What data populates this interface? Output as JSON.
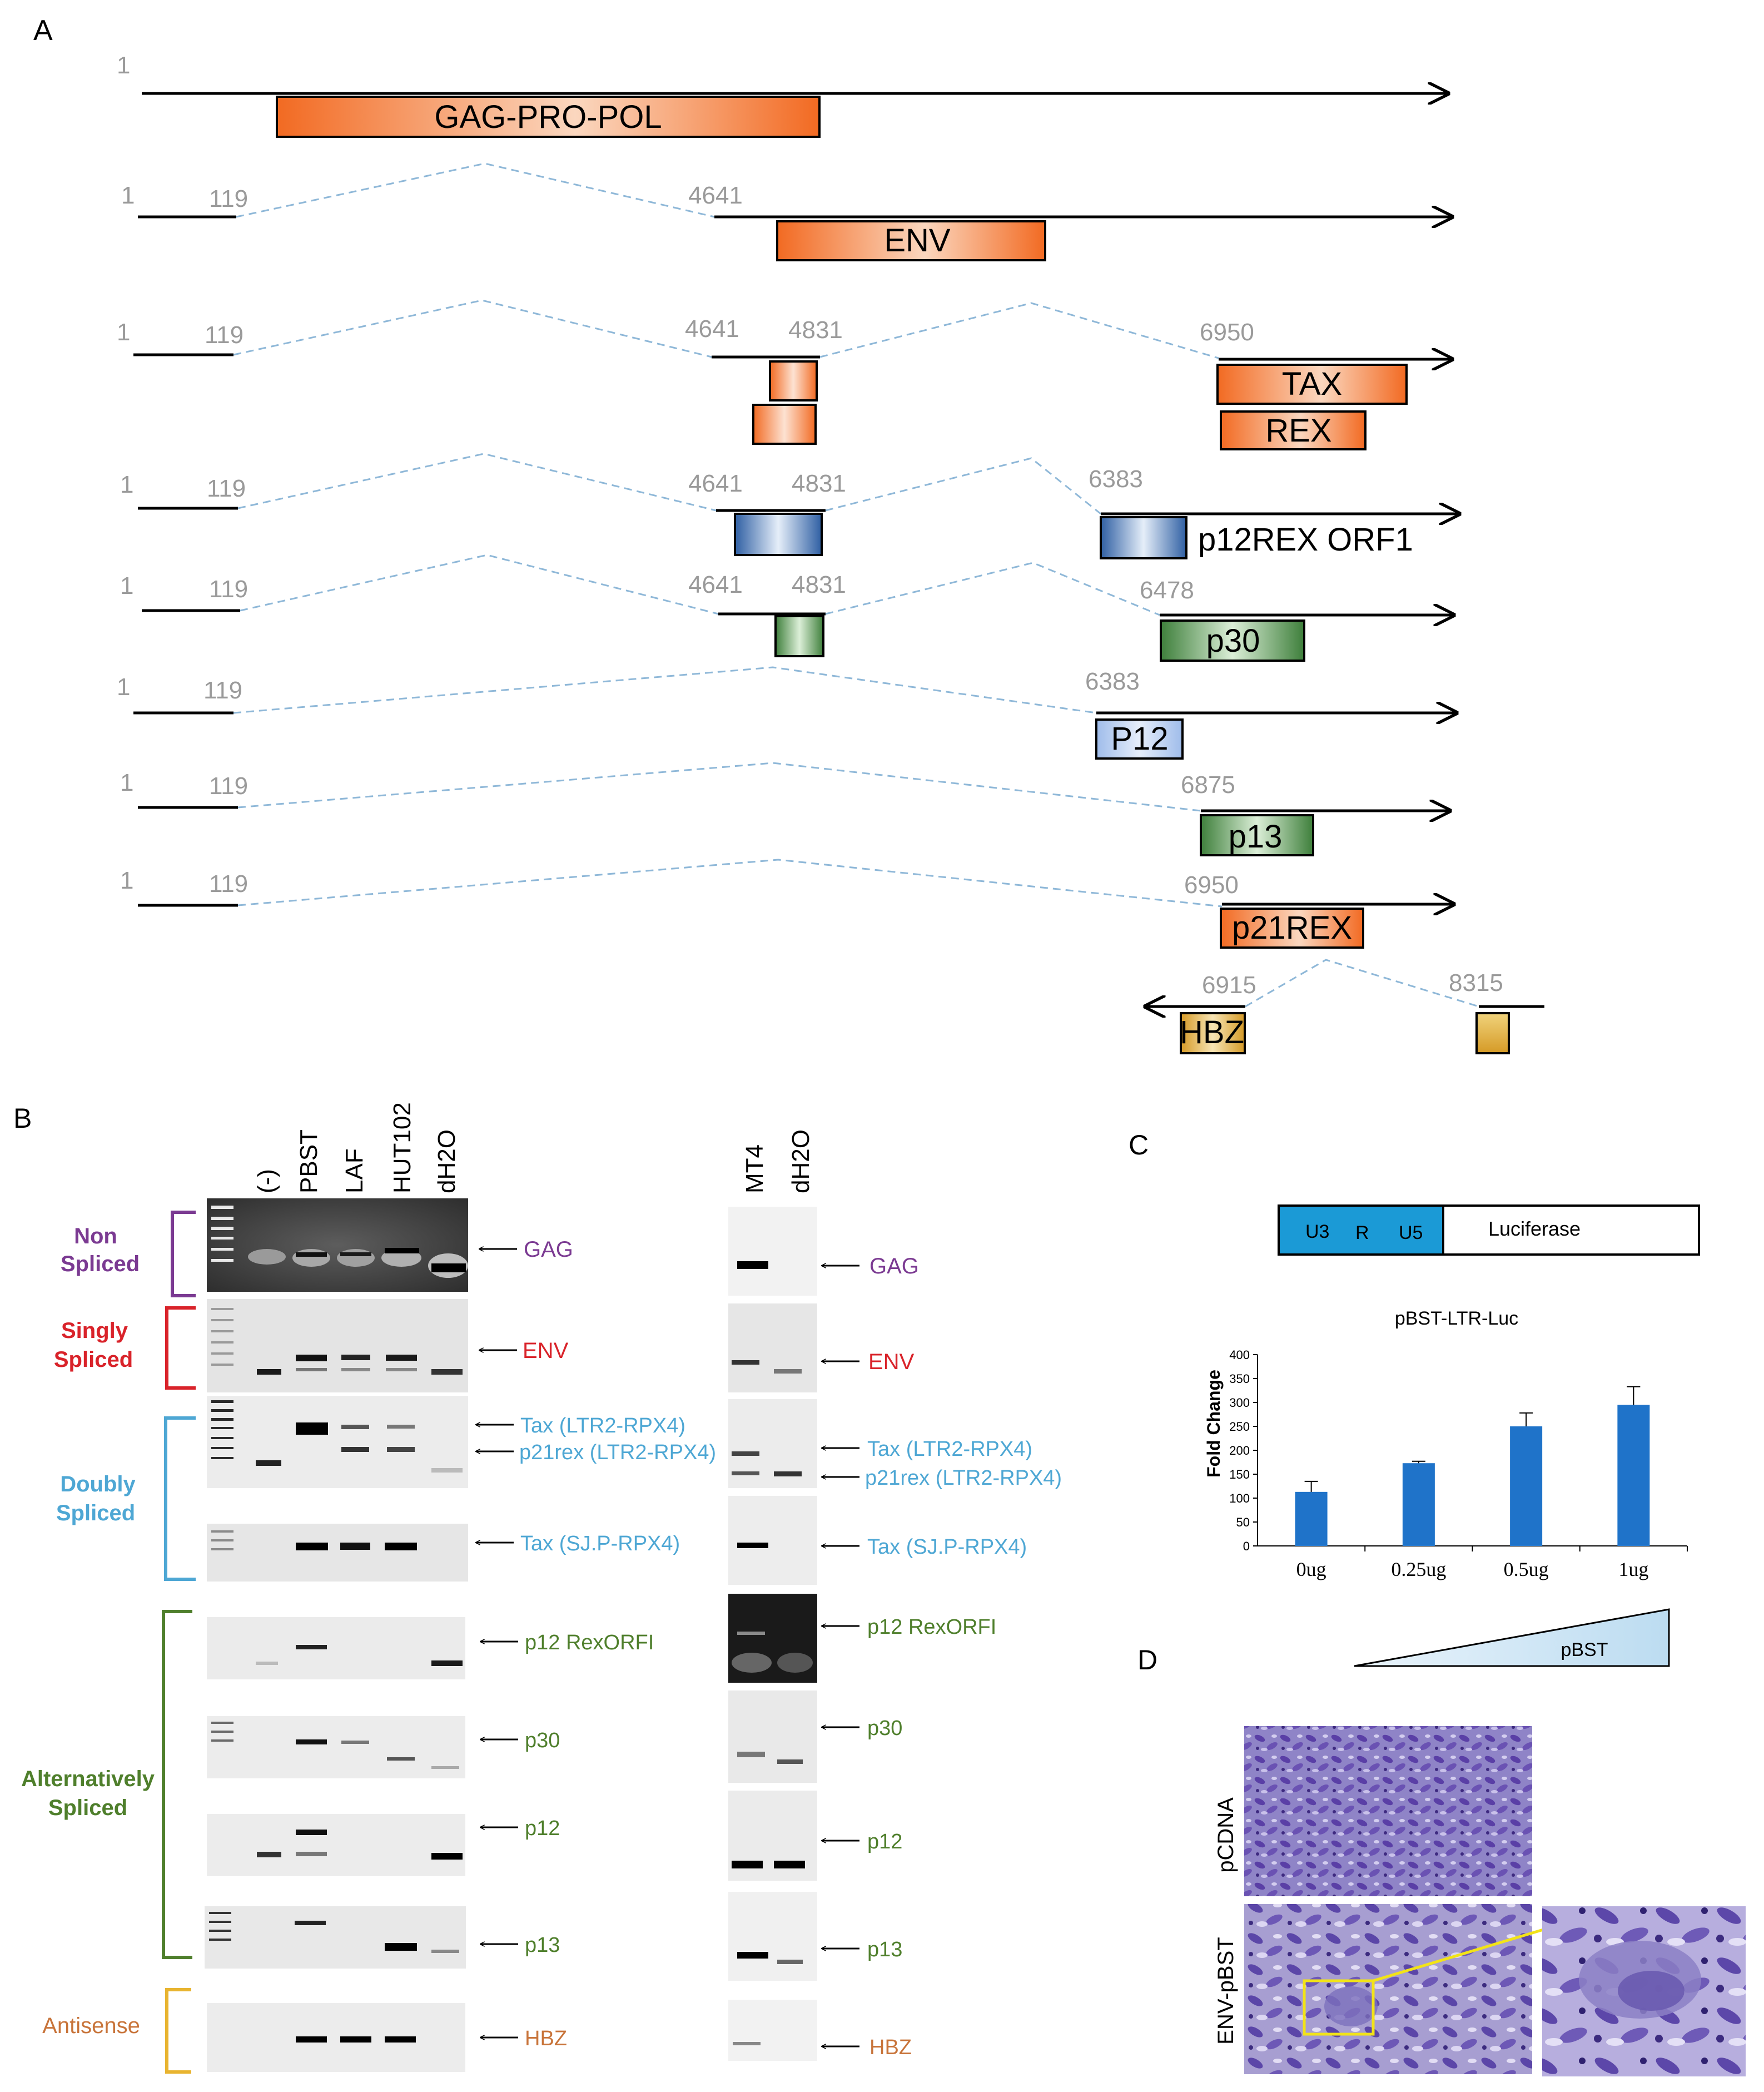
{
  "colors": {
    "orange": "#f47a3c",
    "blue": "#4a7ec2",
    "lightblue": "#b9cff0",
    "green": "#5f9a55",
    "gold": "#d9a43a",
    "splice": "#8fb8d8",
    "bar": "#1f73c9",
    "purple": "#7b3a92",
    "red": "#d9232a",
    "cyan": "#4ea7d4",
    "olive": "#4f7f2c",
    "amber": "#e8b430",
    "orangetext": "#c8743a"
  },
  "panelA": {
    "label": "A",
    "rows": [
      {
        "start": "1",
        "orf": "GAG-PRO-POL"
      },
      {
        "start": "1",
        "exon1_end": "119",
        "exon2_start": "4641",
        "orf": "ENV"
      },
      {
        "start": "1",
        "exon1_end": "119",
        "exon2_start": "4641",
        "exon2_end": "4831",
        "exon3_start": "6950",
        "orf1": "TAX",
        "orf2": "REX"
      },
      {
        "start": "1",
        "exon1_end": "119",
        "exon2_start": "4641",
        "exon2_end": "4831",
        "exon3_start": "6383",
        "orf": "p12REX ORF1"
      },
      {
        "start": "1",
        "exon1_end": "119",
        "exon2_start": "4641",
        "exon2_end": "4831",
        "exon3_start": "6478",
        "orf": "p30"
      },
      {
        "start": "1",
        "exon1_end": "119",
        "exon2_start": "6383",
        "orf": "P12"
      },
      {
        "start": "1",
        "exon1_end": "119",
        "exon2_start": "6875",
        "orf": "p13"
      },
      {
        "start": "1",
        "exon1_end": "119",
        "exon2_start": "6950",
        "orf": "p21REX"
      },
      {
        "exon_a": "6915",
        "exon_b": "8315",
        "orf": "HBZ"
      }
    ]
  },
  "panelB": {
    "label": "B",
    "left_lanes": [
      "(-)",
      "PBST",
      "LAF",
      "HUT102",
      "dH2O"
    ],
    "right_lanes": [
      "MT4",
      "dH2O"
    ],
    "groups": {
      "non_spliced": [
        "Non",
        "Spliced"
      ],
      "singly": [
        "Singly",
        "Spliced"
      ],
      "doubly": [
        "Doubly",
        "Spliced"
      ],
      "alternative": [
        "Alternatively",
        "Spliced"
      ],
      "antisense": "Antisense"
    },
    "labels": {
      "gag": "GAG",
      "env": "ENV",
      "tax_ltr": "Tax (LTR2-RPX4)",
      "p21_ltr": "p21rex (LTR2-RPX4)",
      "tax_sjp": "Tax (SJ.P-RPX4)",
      "p12rex": "p12 RexORFI",
      "p30": "p30",
      "p12": "p12",
      "p13": "p13",
      "hbz": "HBZ"
    }
  },
  "panelC": {
    "label": "C",
    "construct": {
      "u3": "U3",
      "r": "R",
      "u5": "U5",
      "luc": "Luciferase"
    },
    "gradient_label": "pBST",
    "chart_data": {
      "type": "bar",
      "title": "pBST-LTR-Luc",
      "ylabel": "Fold Change",
      "categories": [
        "0ug",
        "0.25ug",
        "0.5ug",
        "1ug"
      ],
      "values": [
        113,
        173,
        250,
        295
      ],
      "errors": [
        22,
        4,
        28,
        38
      ],
      "ylim": [
        0,
        400
      ],
      "yticks": [
        0,
        50,
        100,
        150,
        200,
        250,
        300,
        350,
        400
      ]
    }
  },
  "panelD": {
    "label": "D",
    "row1": "pCDNA",
    "row2": "ENV-pBST"
  }
}
